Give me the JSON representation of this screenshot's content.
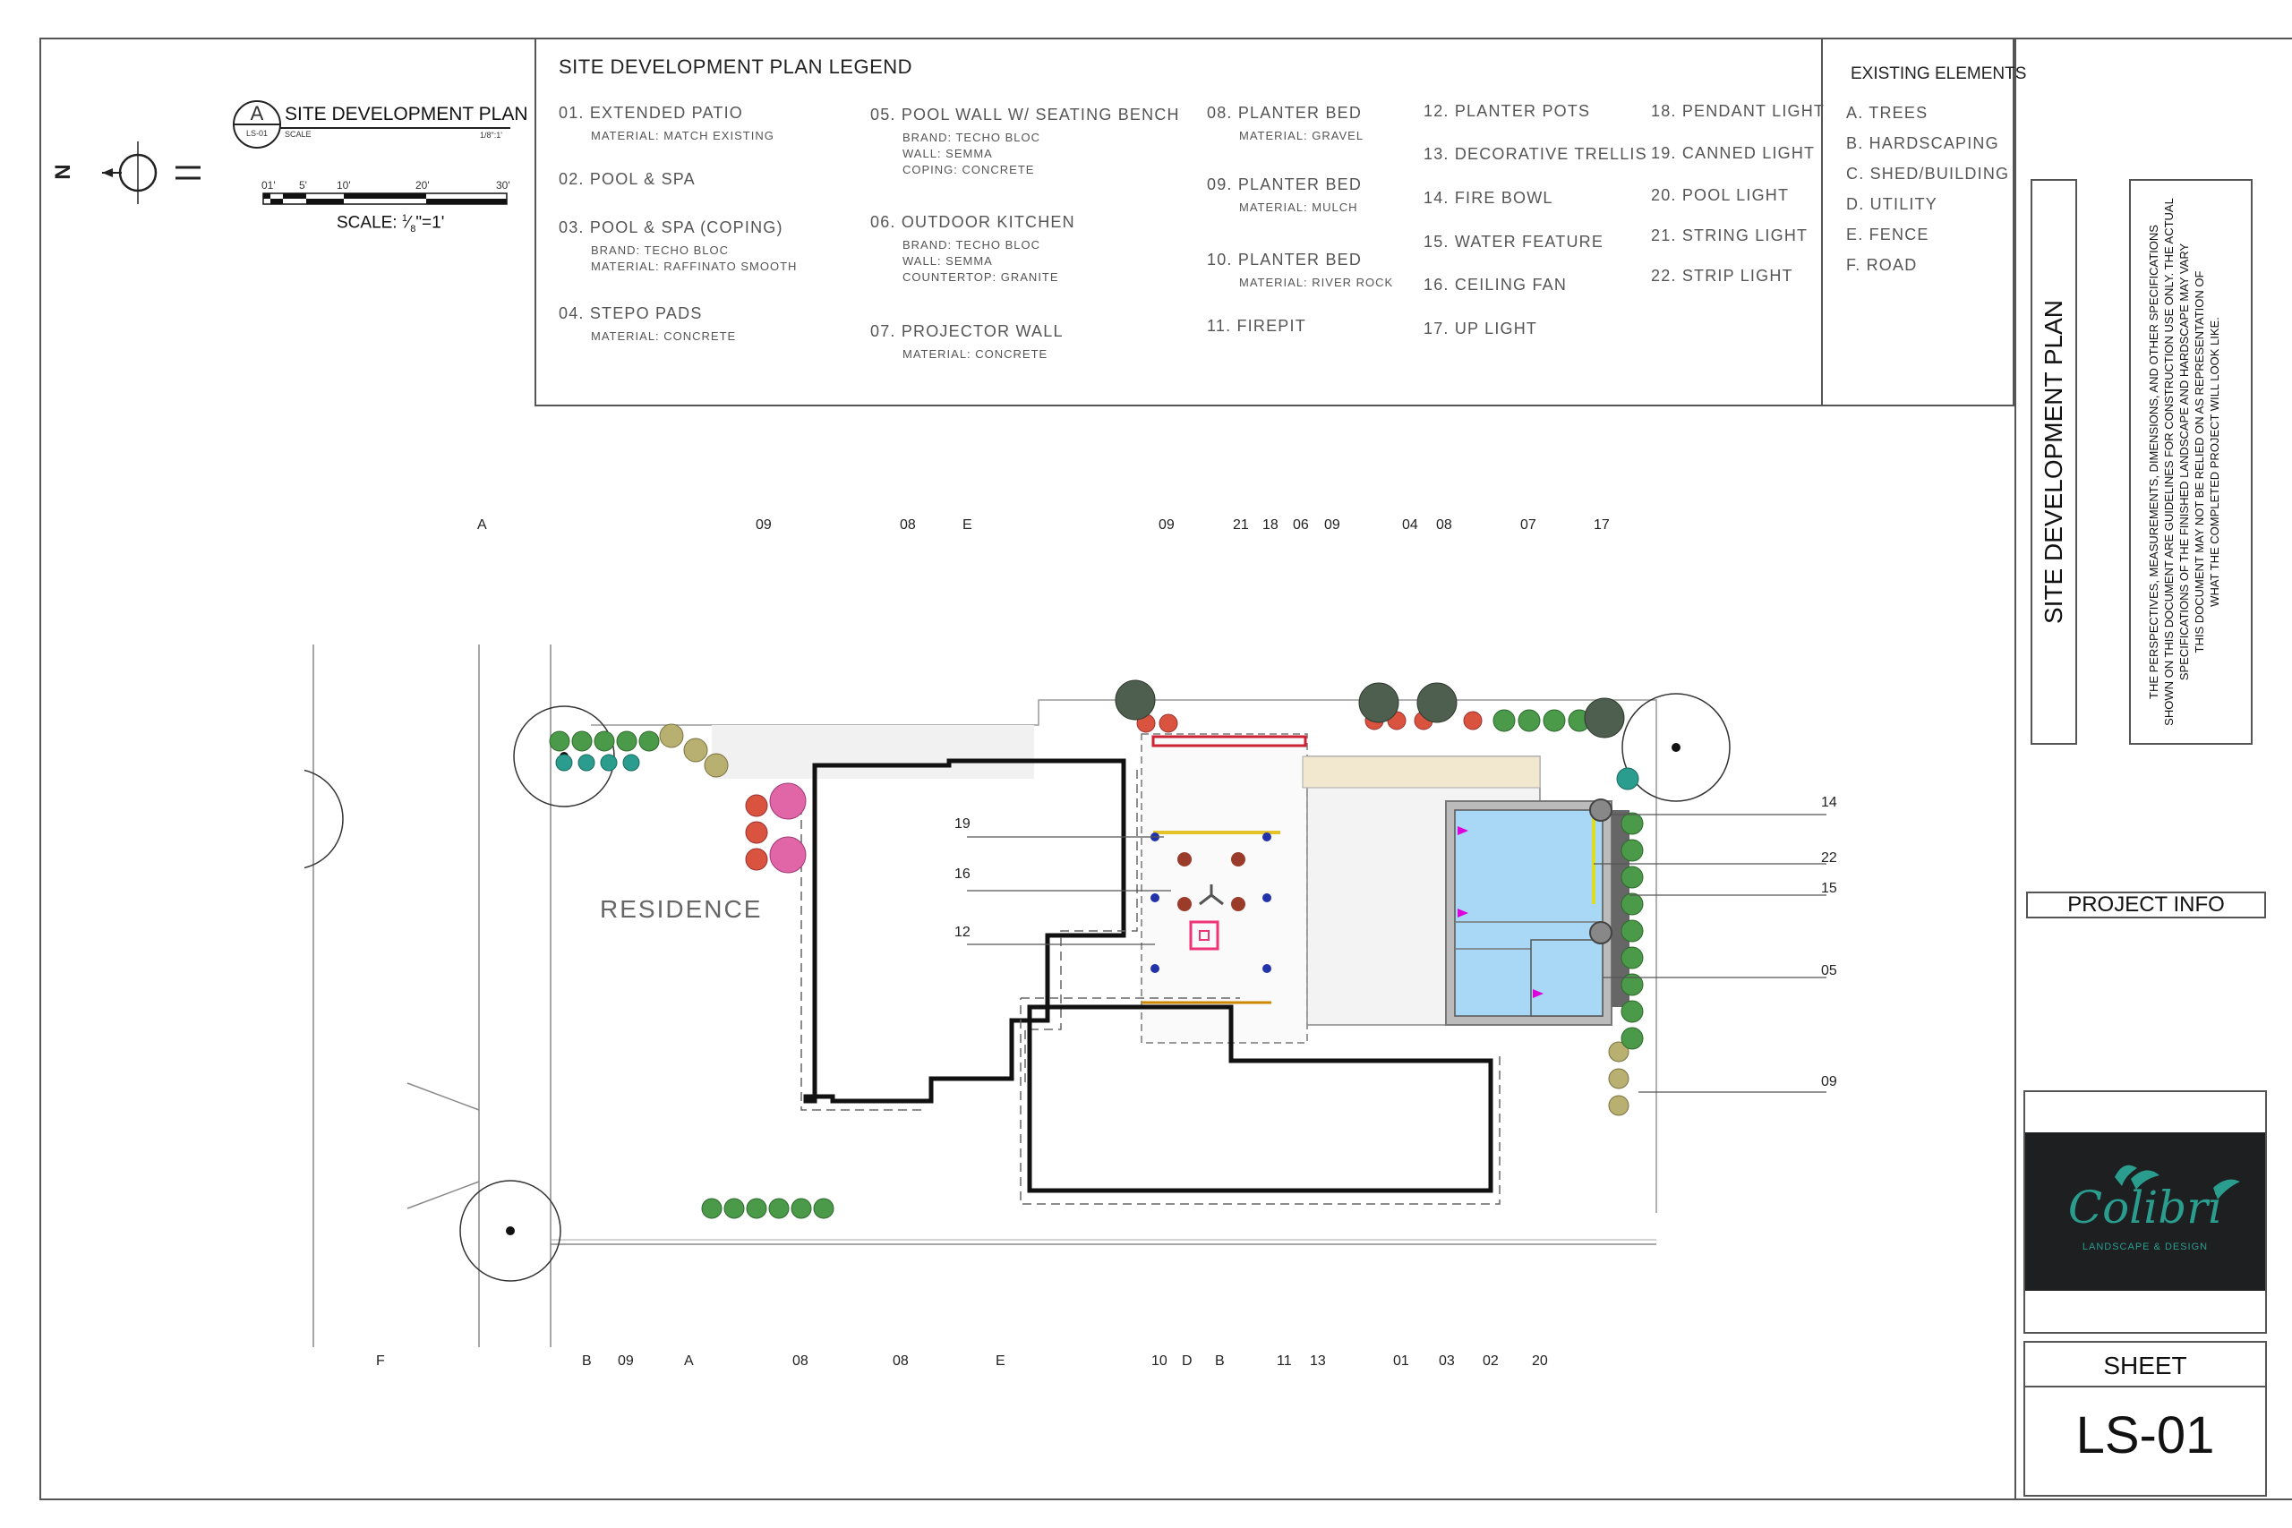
{
  "legend": {
    "title": "SITE DEVELOPMENT PLAN LEGEND",
    "col1": [
      {
        "label": "01.  EXTENDED PATIO",
        "details": [
          "MATERIAL:  MATCH EXISTING"
        ]
      },
      {
        "label": "02.  POOL & SPA",
        "details": []
      },
      {
        "label": "03.  POOL & SPA (COPING)",
        "details": [
          "BRAND:  TECHO BLOC",
          "MATERIAL:  RAFFINATO SMOOTH"
        ]
      },
      {
        "label": "04.  STEPO PADS",
        "details": [
          "MATERIAL:  CONCRETE"
        ]
      }
    ],
    "col2": [
      {
        "label": "05.  POOL WALL W/ SEATING BENCH",
        "details": [
          "BRAND:  TECHO BLOC",
          "WALL:  SEMMA",
          "COPING:  CONCRETE"
        ]
      },
      {
        "label": "06.  OUTDOOR KITCHEN",
        "details": [
          "BRAND:  TECHO BLOC",
          "WALL:  SEMMA",
          "COUNTERTOP:  GRANITE"
        ]
      },
      {
        "label": "07.  PROJECTOR WALL",
        "details": [
          "MATERIAL:  CONCRETE"
        ]
      }
    ],
    "col3": [
      {
        "label": "08.  PLANTER BED",
        "details": [
          "MATERIAL:  GRAVEL"
        ]
      },
      {
        "label": "09.  PLANTER BED",
        "details": [
          "MATERIAL:  MULCH"
        ]
      },
      {
        "label": "10.  PLANTER BED",
        "details": [
          "MATERIAL:  RIVER ROCK"
        ]
      },
      {
        "label": "11.  FIREPIT",
        "details": []
      }
    ],
    "col4": [
      "12.  PLANTER POTS",
      "13.  DECORATIVE TRELLIS",
      "14.  FIRE BOWL",
      "15.  WATER FEATURE",
      "16.  CEILING FAN",
      "17.  UP LIGHT"
    ],
    "col5": [
      "18.  PENDANT LIGHT",
      "19.  CANNED LIGHT",
      "20.  POOL LIGHT",
      "21.  STRING LIGHT",
      "22.  STRIP LIGHT"
    ],
    "existing_title": "EXISTING ELEMENTS",
    "existing": [
      "A.  TREES",
      "B.  HARDSCAPING",
      "C.  SHED/BUILDING",
      "D.  UTILITY",
      "E.  FENCE",
      "F.  ROAD"
    ]
  },
  "plan_header": {
    "badge_letter": "A",
    "badge_sheet": "LS-01",
    "title": "SITE DEVELOPMENT PLAN",
    "scale_small": "SCALE",
    "scale_ratio": "1/8\":1'",
    "scale_ticks": [
      "01'",
      "5'",
      "10'",
      "20'",
      "30'"
    ],
    "scale_label": "SCALE:",
    "scale_num": "1",
    "scale_den": "8",
    "scale_rest": "\"=1'",
    "north": "N"
  },
  "plan": {
    "residence_label": "RESIDENCE",
    "top_callouts": [
      "A",
      "09",
      "08",
      "E",
      "09",
      "21",
      "18",
      "06",
      "09",
      "04",
      "08",
      "07",
      "17"
    ],
    "bottom_callouts": [
      "F",
      "B",
      "09",
      "A",
      "08",
      "08",
      "E",
      "10",
      "D",
      "B",
      "11",
      "13",
      "01",
      "03",
      "02",
      "20"
    ],
    "right_callouts": [
      "14",
      "22",
      "15",
      "05",
      "09"
    ],
    "inner_callouts": [
      "19",
      "16",
      "12"
    ]
  },
  "sidebar": {
    "title": "SITE DEVELOPMENT PLAN",
    "disclaimer": [
      "THE PERSPECTIVES, MEASUREMENTS, DIMENSIONS, AND OTHER SPECIFICATIONS",
      "SHOWN ON THIS DOCUMENT ARE GUIDELINES FOR CONSTRUCTION USE ONLY. THE ACTUAL",
      "SPECIFICATIONS OF THE FINISHED LANDSCAPE AND HARDSCAPE MAY VARY",
      "THIS DOCUMENT MAY NOT BE RELIED ON AS REPRESENTATION OF",
      "WHAT THE COMPLETED PROJECT  WILL LOOK LIKE."
    ],
    "project_info": "PROJECT INFO",
    "logo_name": "Colibri",
    "logo_tag": "LANDSCAPE & DESIGN",
    "sheet_label": "SHEET",
    "sheet_number": "LS-01"
  },
  "colors": {
    "pool": "#a8d8f5",
    "accent": "#2a9d8f",
    "red_plant": "#d9533f",
    "pink_plant": "#e066a8",
    "green_plant": "#4a9a4a"
  }
}
